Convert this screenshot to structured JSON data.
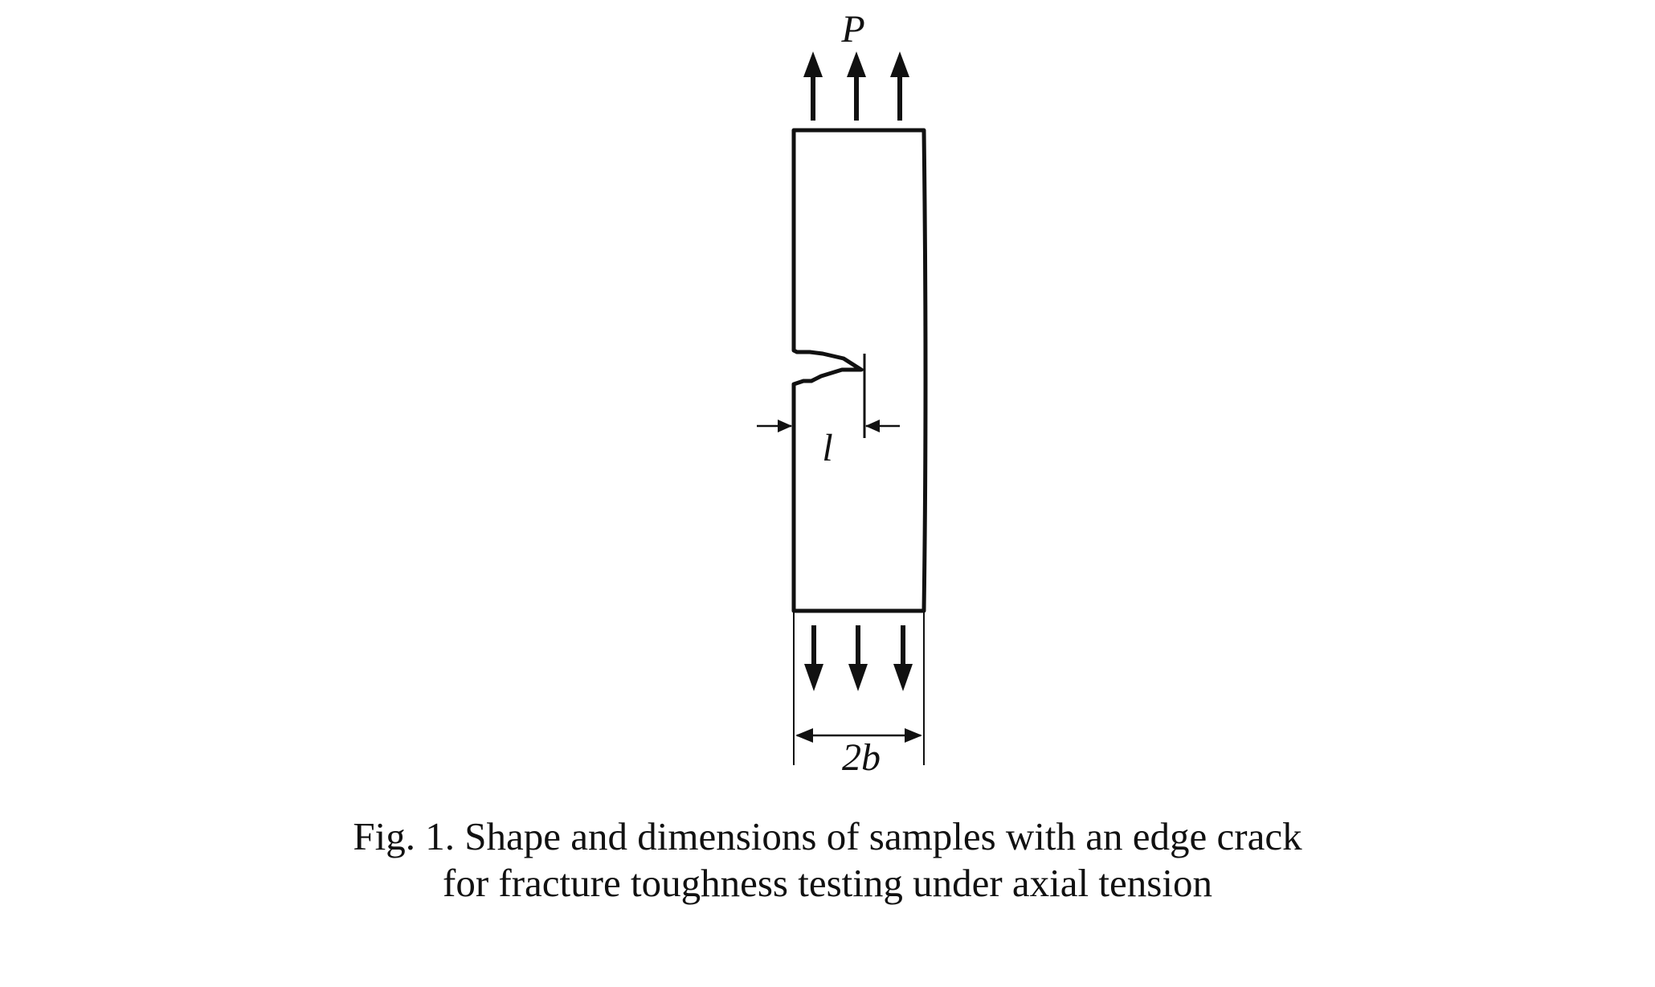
{
  "figure": {
    "load_label": "P",
    "crack_length_label": "l",
    "width_label": "2b",
    "caption_line1": "Fig. 1. Shape and dimensions of samples with an edge crack",
    "caption_line2": "for fracture toughness testing under axial tension",
    "stroke_color": "#111111",
    "background_color": "#ffffff"
  }
}
